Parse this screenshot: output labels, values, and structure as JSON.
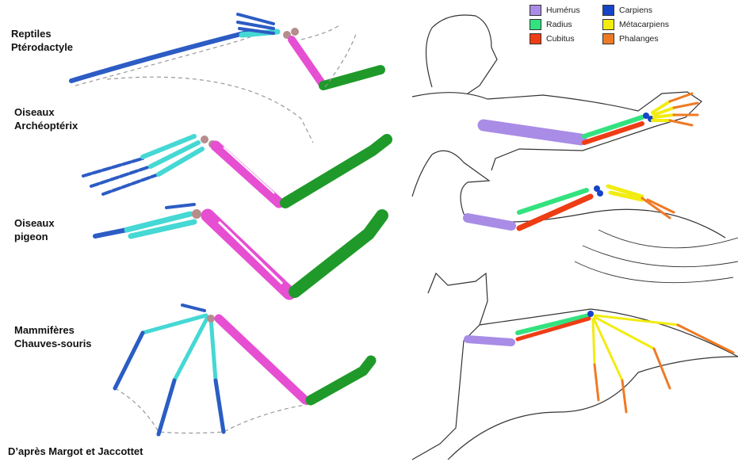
{
  "colors": {
    "humerus": "#a98ce6",
    "radius": "#33e27e",
    "cubitus": "#ee3d14",
    "carpiens": "#1644c8",
    "metacarpiens": "#f2ec10",
    "phalanges": "#ef7a25",
    "left_humerus": "#1f9a2a",
    "left_forearm": "#e64fd2",
    "left_hand": "#45d8d4",
    "left_digits": "#2c5cc4",
    "left_carpal": "#b58d8d"
  },
  "left": {
    "groups": [
      {
        "line1": "Reptiles",
        "line2": "Ptérodactyle"
      },
      {
        "line1": "Oiseaux",
        "line2": "Archéoptérix"
      },
      {
        "line1": "Oiseaux",
        "line2": "pigeon"
      },
      {
        "line1": "Mammifères",
        "line2": "Chauves-souris"
      }
    ],
    "credit": "D’après Margot et Jaccottet"
  },
  "legend": {
    "items": [
      {
        "label": "Humérus",
        "color_key": "humerus"
      },
      {
        "label": "Radius",
        "color_key": "radius"
      },
      {
        "label": "Cubitus",
        "color_key": "cubitus"
      },
      {
        "label": "Carpiens",
        "color_key": "carpiens"
      },
      {
        "label": "Métacarpiens",
        "color_key": "metacarpiens"
      },
      {
        "label": "Phalanges",
        "color_key": "phalanges"
      }
    ]
  }
}
